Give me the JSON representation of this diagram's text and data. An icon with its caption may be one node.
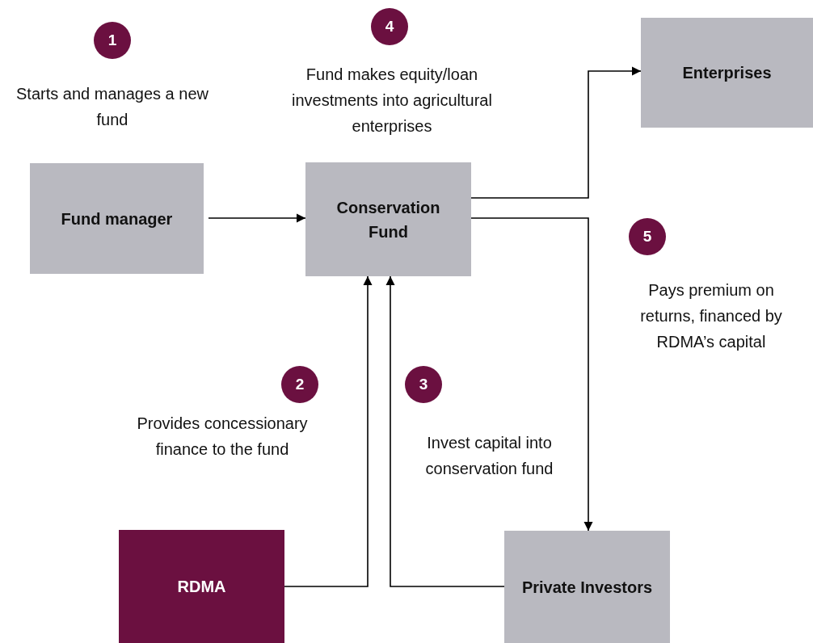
{
  "diagram": {
    "nodes": [
      {
        "text": [
          "Fund manager"
        ]
      },
      {
        "text": [
          "Conservation Fund"
        ]
      },
      {
        "text": [
          "Enterprises"
        ]
      },
      {
        "text": [
          "RDMA"
        ]
      },
      {
        "text": [
          "Private Investors"
        ]
      },
      {
        "text": [
          "1"
        ],
        "beside": [
          "Starts and manages a new fund"
        ]
      },
      {
        "text": [
          "4"
        ],
        "beside": [
          "Fund makes equity/loan investments into agricultural enterprises"
        ]
      },
      {
        "text": [
          "5"
        ],
        "beside": [
          "Pays premium on returns, financed by RDMA’s capital"
        ]
      },
      {
        "text": [
          "2"
        ],
        "beside": [
          "Provides concessionary finance to the fund"
        ]
      },
      {
        "text": [
          "3"
        ],
        "beside": [
          "Invest capital into conservation fund"
        ]
      }
    ],
    "edges": [
      {
        "from": 0,
        "to": 1,
        "arrow": "to"
      },
      {
        "from": 1,
        "to": 2,
        "arrow": "to"
      },
      {
        "from": 1,
        "to": 4,
        "arrow": "to"
      },
      {
        "from": 3,
        "to": 1,
        "arrow": "to"
      },
      {
        "from": 4,
        "to": 1,
        "arrow": "to"
      }
    ]
  }
}
